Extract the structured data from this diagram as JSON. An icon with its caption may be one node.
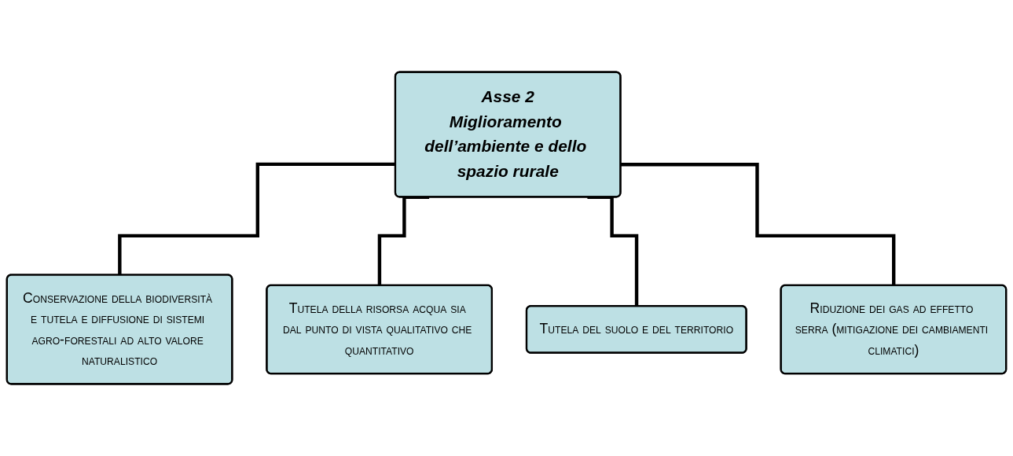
{
  "diagram": {
    "nodes": [
      {
        "text": [
          "Asse 2",
          "Miglioramento dell’ambiente e dello spazio rurale"
        ]
      },
      {
        "text": [
          "Conservazione della biodiversità e tutela e diffusione di sistemi agro-forestali ad alto valore naturalistico"
        ]
      },
      {
        "text": [
          "Tutela della risorsa acqua sia dal punto di vista qualitativo che quantitativo"
        ]
      },
      {
        "text": [
          "Tutela del suolo e del territorio"
        ]
      },
      {
        "text": [
          "Riduzione dei gas ad effetto serra (mitigazione dei cambiamenti climatici)"
        ]
      }
    ],
    "edges": [
      {
        "from": 0,
        "to": 1,
        "arrow": "none"
      },
      {
        "from": 0,
        "to": 2,
        "arrow": "none"
      },
      {
        "from": 0,
        "to": 3,
        "arrow": "none"
      },
      {
        "from": 0,
        "to": 4,
        "arrow": "none"
      }
    ]
  }
}
